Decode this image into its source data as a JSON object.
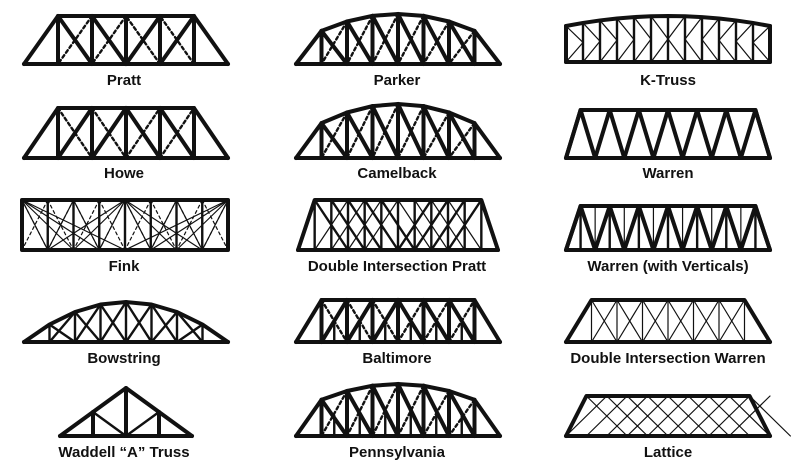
{
  "colors": {
    "ink": "#111111",
    "background": "#ffffff"
  },
  "trusses": [
    {
      "name": "pratt-truss",
      "label": "Pratt"
    },
    {
      "name": "parker-truss",
      "label": "Parker"
    },
    {
      "name": "k-truss",
      "label": "K-Truss"
    },
    {
      "name": "howe-truss",
      "label": "Howe"
    },
    {
      "name": "camelback-truss",
      "label": "Camelback"
    },
    {
      "name": "warren-truss",
      "label": "Warren"
    },
    {
      "name": "fink-truss",
      "label": "Fink"
    },
    {
      "name": "double-intersection-pratt-truss",
      "label": "Double Intersection Pratt"
    },
    {
      "name": "warren-with-verticals-truss",
      "label": "Warren (with Verticals)"
    },
    {
      "name": "bowstring-truss",
      "label": "Bowstring"
    },
    {
      "name": "baltimore-truss",
      "label": "Baltimore"
    },
    {
      "name": "double-intersection-warren-truss",
      "label": "Double Intersection Warren"
    },
    {
      "name": "waddell-a-truss",
      "label": "Waddell “A” Truss"
    },
    {
      "name": "pennsylvania-truss",
      "label": "Pennsylvania"
    },
    {
      "name": "lattice-truss",
      "label": "Lattice"
    }
  ]
}
